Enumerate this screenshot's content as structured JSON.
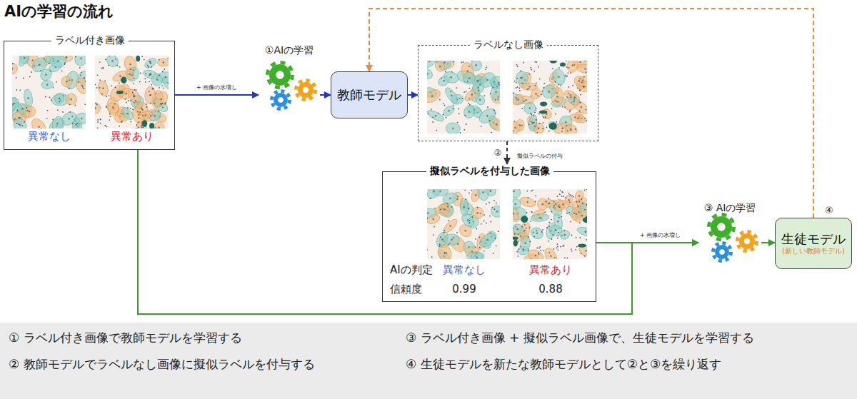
{
  "diagram": {
    "title": "AIの学習の流れ",
    "nodes": [
      {
        "text": [
          "ラベル付き画像",
          "異常なし",
          "異常あり"
        ]
      },
      {
        "text": [
          "①AIの学習"
        ]
      },
      {
        "text": [
          "教師モデル"
        ]
      },
      {
        "text": [
          "ラベルなし画像"
        ]
      },
      {
        "text": [
          "擬似ラベルを付与した画像",
          "AIの判定",
          "異常なし",
          "異常あり",
          "信頼度",
          "0.99",
          "0.88"
        ]
      },
      {
        "text": [
          "③ AIの学習"
        ]
      },
      {
        "text": [
          "生徒モデル",
          "(新しい教師モデル)"
        ]
      }
    ],
    "edges": [
      {
        "from": 0,
        "to": 1,
        "arrow": "to",
        "label": "+ 画像の水増し"
      },
      {
        "from": 1,
        "to": 2,
        "arrow": "to"
      },
      {
        "from": 2,
        "to": 3,
        "arrow": "to"
      },
      {
        "from": 3,
        "to": 4,
        "arrow": "to",
        "label": "擬似ラベルの付与"
      },
      {
        "from": 4,
        "to": 5,
        "arrow": "to",
        "label": "+ 画像の水増し"
      },
      {
        "from": 0,
        "to": 5,
        "arrow": "to"
      },
      {
        "from": 5,
        "to": 6,
        "arrow": "to"
      },
      {
        "from": 6,
        "to": 2,
        "arrow": "to"
      }
    ],
    "labels": [
      "②",
      "④",
      "① ラベル付き画像で教師モデルを学習する",
      "② 教師モデルでラベルなし画像に擬似ラベルを付与する",
      "③ ラベル付き画像 + 擬似ラベル画像で、生徒モデルを学習する",
      "④ 生徒モデルを新たな教師モデルとして②と③を繰り返す"
    ]
  }
}
